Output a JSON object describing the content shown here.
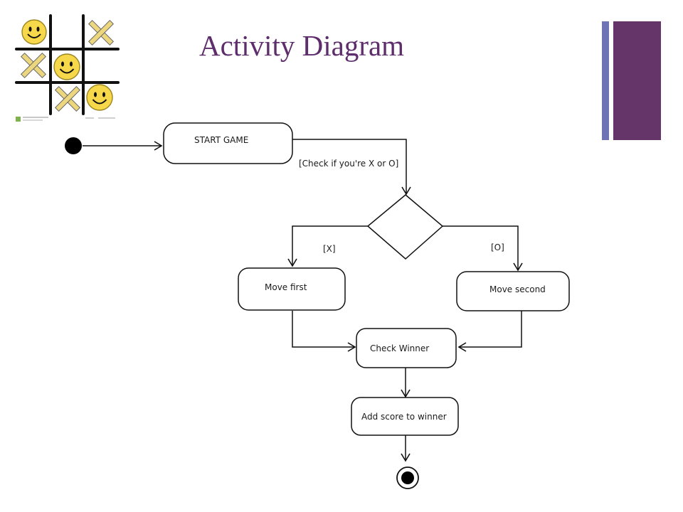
{
  "slide": {
    "title": "Activity Diagram"
  },
  "logo": {
    "icon": "tic-tac-toe-smiley-icon",
    "symbols": [
      "smiley",
      "x",
      "x",
      "smiley",
      "x",
      "smiley"
    ]
  },
  "diagram": {
    "nodes": {
      "start_game": "START GAME",
      "move_first": "Move first",
      "move_second": "Move second",
      "check_winner": "Check Winner",
      "add_score": "Add score to winner"
    },
    "guards": {
      "check_symbol": "[Check if you're X or O]",
      "x_branch": "[X]",
      "o_branch": "[O]"
    }
  },
  "colors": {
    "title": "#5e2d6b",
    "accent_thin": "#6f72b5",
    "accent_wide": "#65356a",
    "smiley": "#f7d84a",
    "x_mark": "#ecd67e"
  }
}
